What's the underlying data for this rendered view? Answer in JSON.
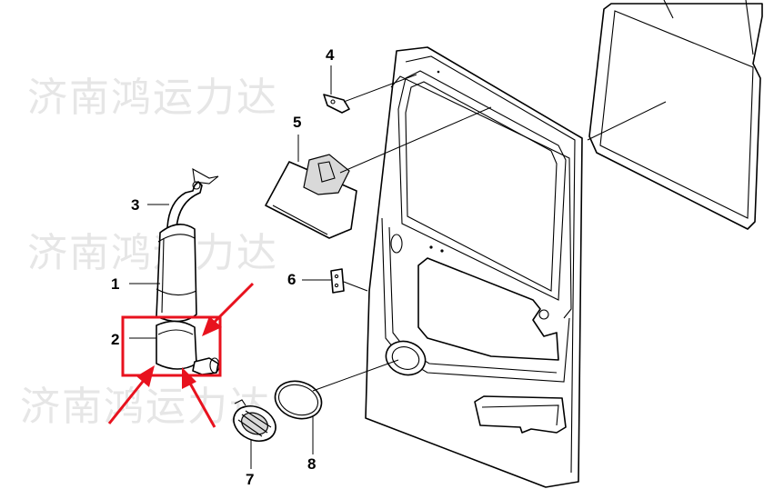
{
  "watermark_text": "济南鸿运力达",
  "callouts": {
    "c1": "1",
    "c2": "2",
    "c3": "3",
    "c4": "4",
    "c5": "5",
    "c6": "6",
    "c7": "7",
    "c8": "8"
  },
  "highlight_color": "#e8121e"
}
